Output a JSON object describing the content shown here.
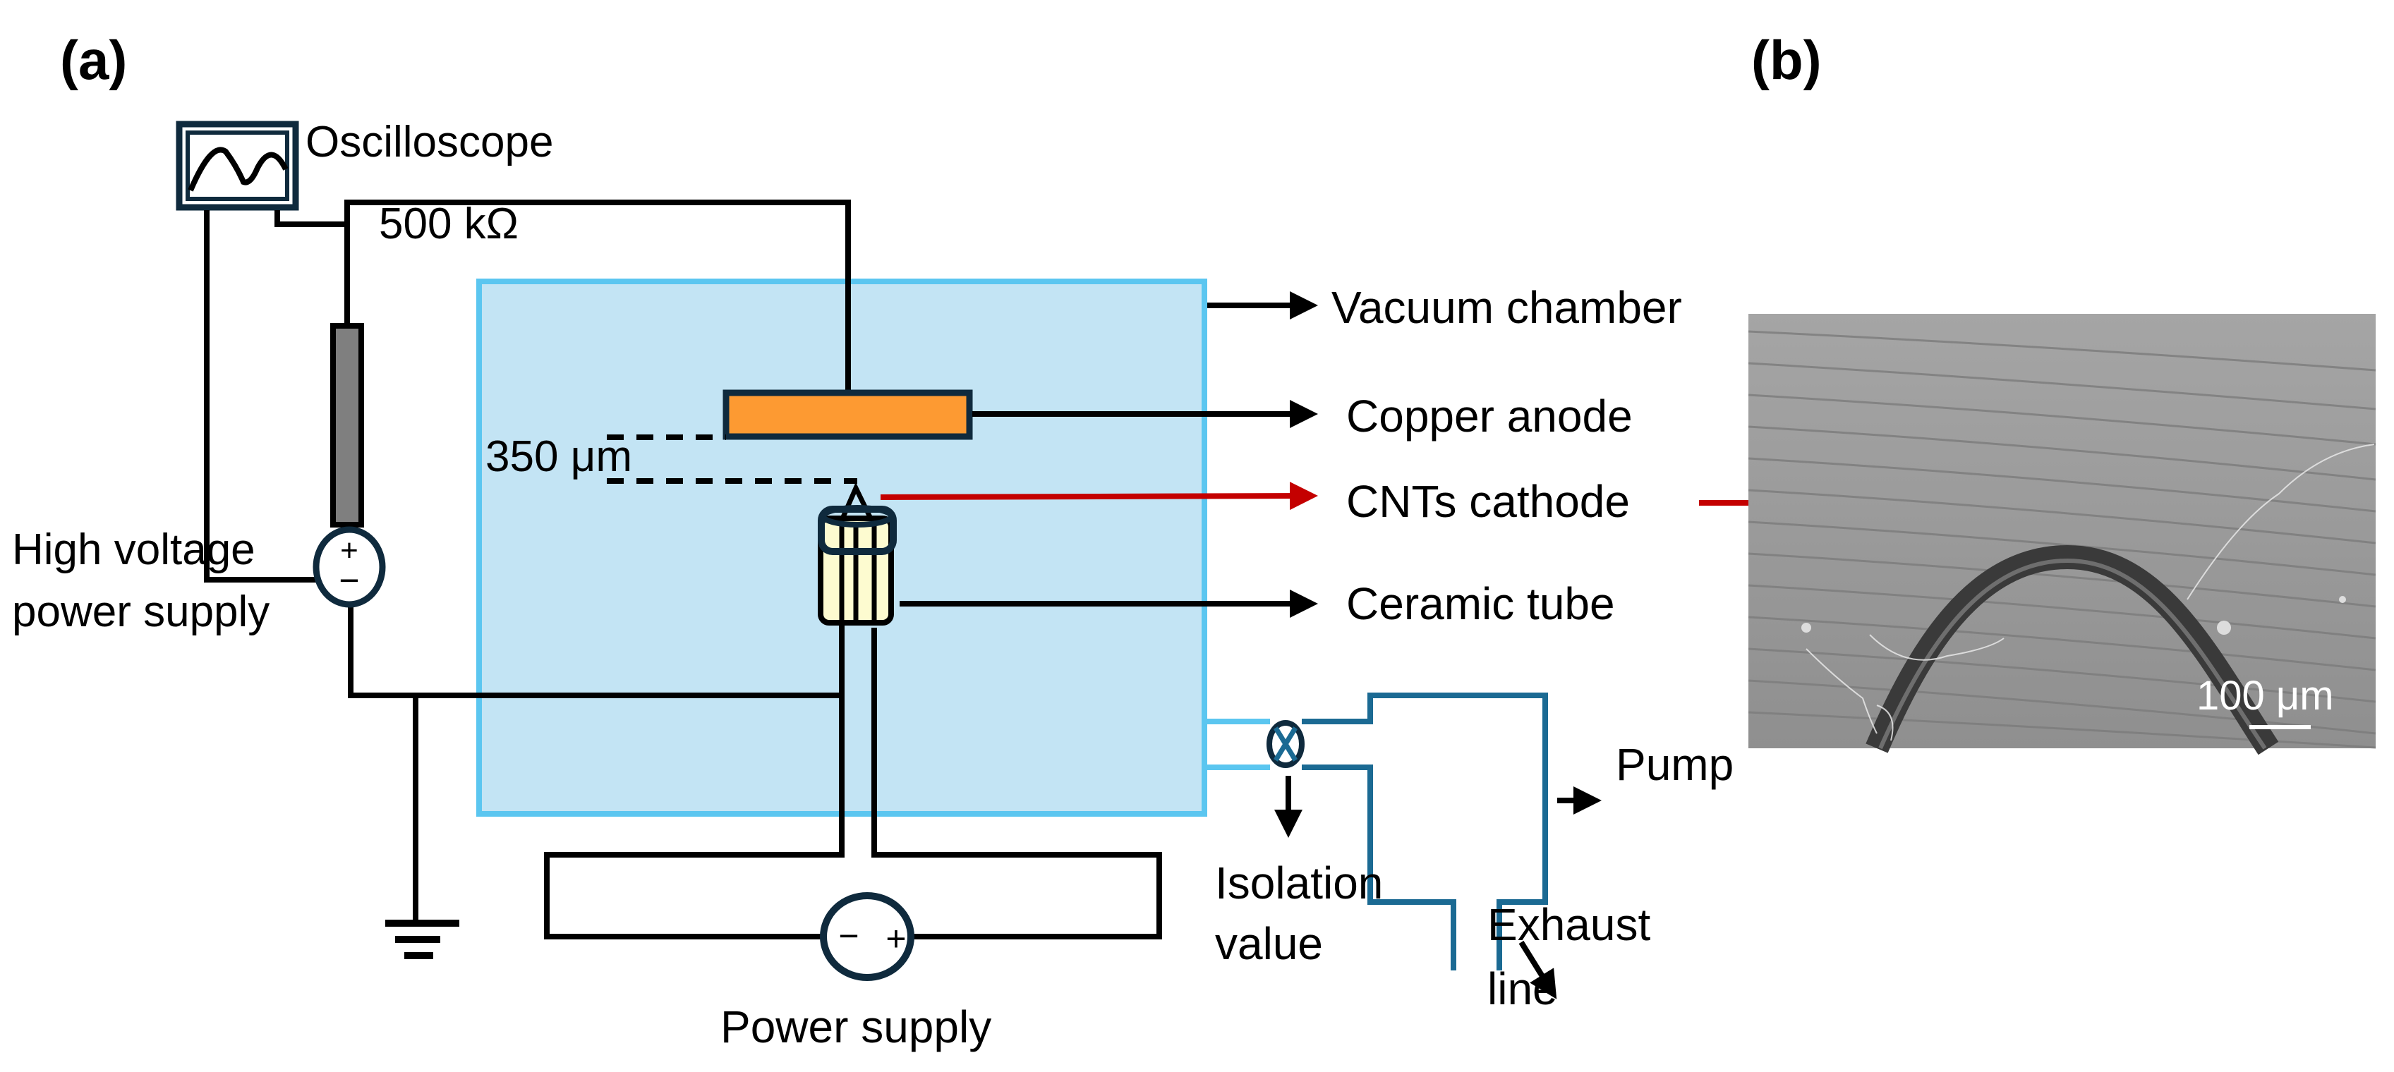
{
  "figure": {
    "panel_a_label": "(a)",
    "panel_b_label": "(b)"
  },
  "circuit": {
    "oscilloscope_label": "Oscilloscope",
    "resistor_label": "500 kΩ",
    "hv_supply_label_line1": "High voltage",
    "hv_supply_label_line2": "power supply",
    "hv_plus": "+",
    "hv_minus": "−",
    "gap_label": "350 μm",
    "power_supply_label": "Power supply",
    "ps_minus": "−",
    "ps_plus": "+"
  },
  "callouts": {
    "vacuum_chamber": "Vacuum chamber",
    "copper_anode": "Copper anode",
    "cnts_cathode": "CNTs cathode",
    "ceramic_tube": "Ceramic tube",
    "pump": "Pump",
    "isolation_line1": "Isolation",
    "isolation_line2": "value",
    "exhaust_line1": "Exhaust",
    "exhaust_line2": "line"
  },
  "sem_image": {
    "scale_bar_label": "100 μm"
  },
  "colors": {
    "chamber_fill": "#c3e4f4",
    "chamber_border": "#5bc6f0",
    "anode_fill": "#fd9a32",
    "component_outline": "#0f2a3d",
    "tube_fill": "#fdfbd0",
    "pipe": "#1b6a93",
    "red_arrow": "#c40000",
    "resistor_fill": "#7f7f7f",
    "sem_bg": "#9a9a9a"
  }
}
